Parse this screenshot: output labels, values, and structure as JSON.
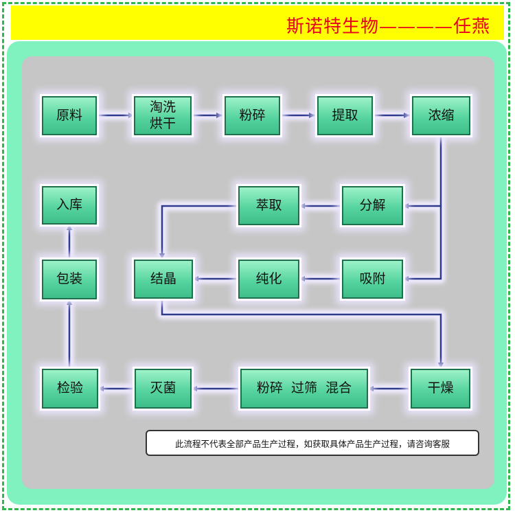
{
  "header": {
    "title": "斯诺特生物————任燕"
  },
  "flow": {
    "raw_material": "原料",
    "wash": [
      "淘洗",
      "烘干"
    ],
    "grind": "粉碎",
    "extract": "提取",
    "concentrate": "浓缩",
    "decompose": "分解",
    "extraction2": "萃取",
    "adsorb": "吸附",
    "purify": "纯化",
    "crystallize": "结晶",
    "dry": "干燥",
    "mix": "粉碎  过筛  混合",
    "sterilize": "灭菌",
    "inspect": "检验",
    "package": "包装",
    "storage": "入库"
  },
  "notice": {
    "text": "此流程不代表全部产品生产过程，如获取具体产品生产过程，请咨询客服"
  },
  "colors": {
    "header_bg": "#ffff00",
    "title": "#e8001c",
    "frame_dash": "#2db84b",
    "outer_panel": "#7ff2c0",
    "inner_panel": "#c6c6c6",
    "node_fill": "#57d49f",
    "connector": "#2e3a8c"
  }
}
